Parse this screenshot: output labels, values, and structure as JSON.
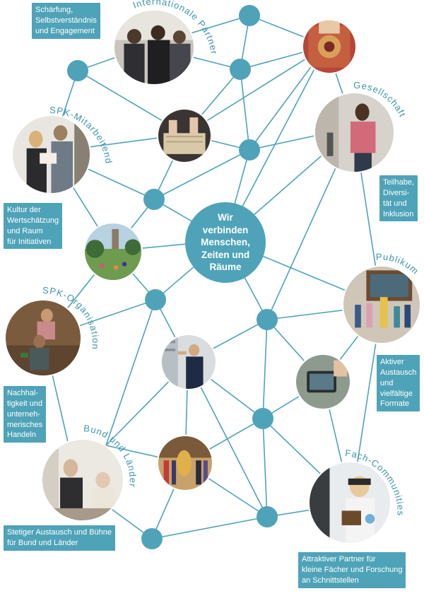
{
  "center": {
    "text": "Wir\nverbinden\nMenschen,\nZeiten und\nRäume"
  },
  "groups": {
    "international": "Internationale Partner",
    "staff": "SPK-Mitarbeitende",
    "society": "Gesellschaft",
    "organisation": "SPK-Organisation",
    "audience": "Publikum",
    "government": "Bund und Länder",
    "communities": "Fach-Communities"
  },
  "boxes": {
    "international": "Schärfung,\nSelbstverständnis\nund Engagement",
    "staff": "Kultur der\nWertschätzung\nund Raum\nfür Initiativen",
    "society": "Teilhabe,\nDiversi-\ntät und\nInklusion",
    "organisation": "Nachhal-\ntigkeit und\nunterneh-\nmerisches\nHandeln",
    "audience": "Aktiver\nAustausch\nund\nvielfältige\nFormate",
    "government": "Stetiger Austausch und Bühne\nfür Bund und Länder",
    "communities": "Attraktiver Partner für\nkleine Fächer und Forschung\nan Schnittstellen"
  },
  "colors": {
    "accent": "#4fa3b8",
    "line": "#4fa3b8"
  }
}
